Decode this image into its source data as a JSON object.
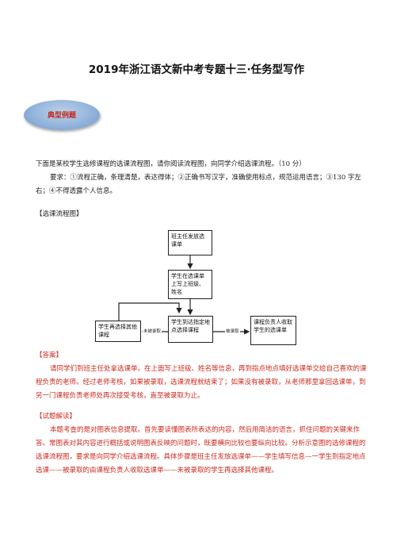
{
  "title": "2019年浙江语文新中考专题十三·任务型写作",
  "badge": "典型例题",
  "question": "下面是某校学生选修课程的选课流程图，请你阅读流程图，向同学介绍选课流程。（10 分）",
  "requirements": "要求：①流程正确，条理清楚，表达得体；②正确书写汉字，准确使用标点，规范运用语言；③130 字左右；④不得透露个人信息。",
  "diagram_label": "【选课流程图】",
  "flowchart": {
    "nodes": {
      "n1": "班主任发放选课单",
      "n2": "学生在选课单上写上班级、姓名",
      "n3": "学生到达指定地点选择课程",
      "n4": "学生再选择其他课程",
      "n5": "课程负责人收取学生的选课单"
    },
    "edges": {
      "not_selected": "未被录取",
      "selected": "被录取"
    }
  },
  "answer_label": "【答案】",
  "answer_text": "请同学们到班主任处拿选课单，在上面写上班级、姓名等信息，再到指点地点填好选课单交给自己喜欢的课程负责的老师。经过老师考核，如果被录取，选课流程就结束了；如果没有被录取，从老师那里拿回选课单，到另一门课程负责老师处再次接受考核，直至被录取为止。",
  "analysis_label": "【试题解读】",
  "analysis_text": "本题考查的是对图表信息提取。首先要读懂图表所表达的内容，然后用简洁的语言，抓住问题的关键来作答。常图表对其内容进行概括或说明图表反映的问题时，既要横向比较也要纵向比较。分析示意图的选修课程的选课流程图，要求是向同学介绍选课流程。具体步骤是班主任发放选课单——学生填写信息—一学生到指定地点选课——被录取的由课程负责人收取选课单——未被录取的学生再选择其他课程。",
  "colors": {
    "accent_red": "#cc2a1e",
    "badge_blue": "#8fb1da"
  }
}
